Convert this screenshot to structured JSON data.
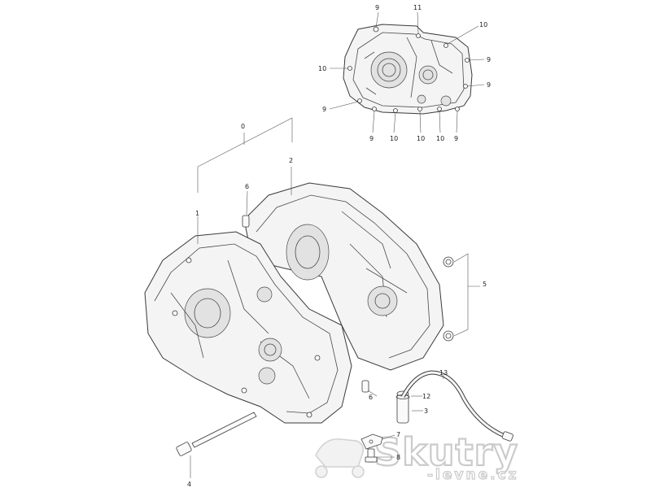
{
  "callouts": {
    "c0": "0",
    "c1": "1",
    "c2": "2",
    "c3": "3",
    "c4": "4",
    "c5": "5",
    "c6_top": "6",
    "c6_low": "6",
    "c7": "7",
    "c8": "8",
    "c12": "12",
    "c13": "13",
    "d_9a": "9",
    "d_11": "11",
    "d_10a": "10",
    "d_9b": "9",
    "d_10b": "10",
    "d_9c": "9",
    "d_9d": "9",
    "d_9e": "9",
    "d_10c": "10",
    "d_10d": "10",
    "d_10e": "10",
    "d_9f": "9"
  },
  "watermark": {
    "main": "Skutry",
    "sub": "-levne.cz",
    "color": "#c9c9c9"
  },
  "icons": {
    "crankcase": "engine-crankcase-icon",
    "scooter_logo": "scooter-logo-icon"
  }
}
